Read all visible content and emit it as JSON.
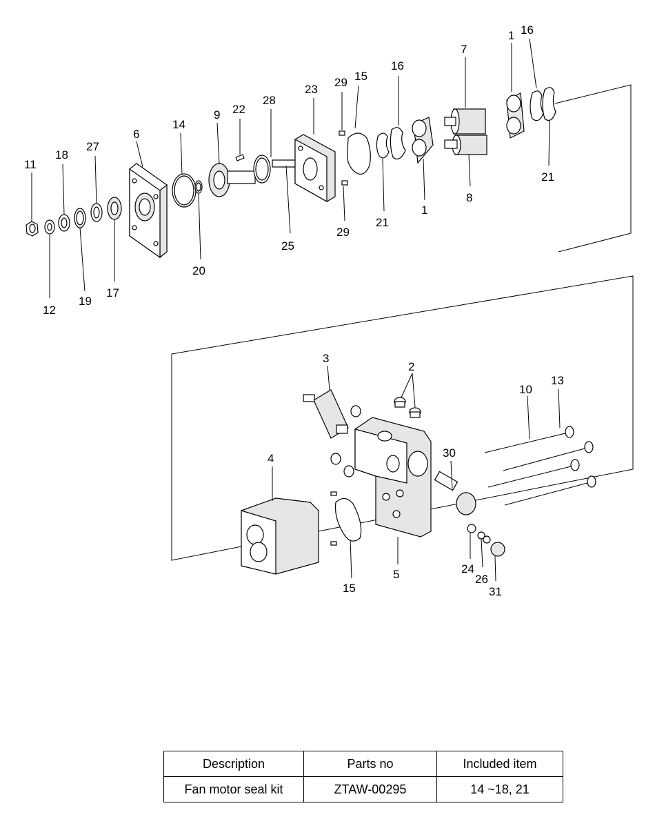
{
  "callouts": [
    {
      "id": "c11",
      "text": "11"
    },
    {
      "id": "c12",
      "text": "12"
    },
    {
      "id": "c18",
      "text": "18"
    },
    {
      "id": "c19",
      "text": "19"
    },
    {
      "id": "c27",
      "text": "27"
    },
    {
      "id": "c17",
      "text": "17"
    },
    {
      "id": "c6",
      "text": "6"
    },
    {
      "id": "c14",
      "text": "14"
    },
    {
      "id": "c20",
      "text": "20"
    },
    {
      "id": "c9",
      "text": "9"
    },
    {
      "id": "c22",
      "text": "22"
    },
    {
      "id": "c28",
      "text": "28"
    },
    {
      "id": "c25",
      "text": "25"
    },
    {
      "id": "c23",
      "text": "23"
    },
    {
      "id": "c29a",
      "text": "29"
    },
    {
      "id": "c29b",
      "text": "29"
    },
    {
      "id": "c15a",
      "text": "15"
    },
    {
      "id": "c21a",
      "text": "21"
    },
    {
      "id": "c16a",
      "text": "16"
    },
    {
      "id": "c1a",
      "text": "1"
    },
    {
      "id": "c7",
      "text": "7"
    },
    {
      "id": "c8",
      "text": "8"
    },
    {
      "id": "c1b",
      "text": "1"
    },
    {
      "id": "c16b",
      "text": "16"
    },
    {
      "id": "c21b",
      "text": "21"
    },
    {
      "id": "c3",
      "text": "3"
    },
    {
      "id": "c2",
      "text": "2"
    },
    {
      "id": "c10",
      "text": "10"
    },
    {
      "id": "c13",
      "text": "13"
    },
    {
      "id": "c4",
      "text": "4"
    },
    {
      "id": "c30",
      "text": "30"
    },
    {
      "id": "c15b",
      "text": "15"
    },
    {
      "id": "c5",
      "text": "5"
    },
    {
      "id": "c24",
      "text": "24"
    },
    {
      "id": "c26",
      "text": "26"
    },
    {
      "id": "c31",
      "text": "31"
    }
  ],
  "table": {
    "headers": [
      "Description",
      "Parts no",
      "Included item"
    ],
    "rows": [
      [
        "Fan motor seal kit",
        "ZTAW-00295",
        "14 ~18, 21"
      ]
    ]
  }
}
